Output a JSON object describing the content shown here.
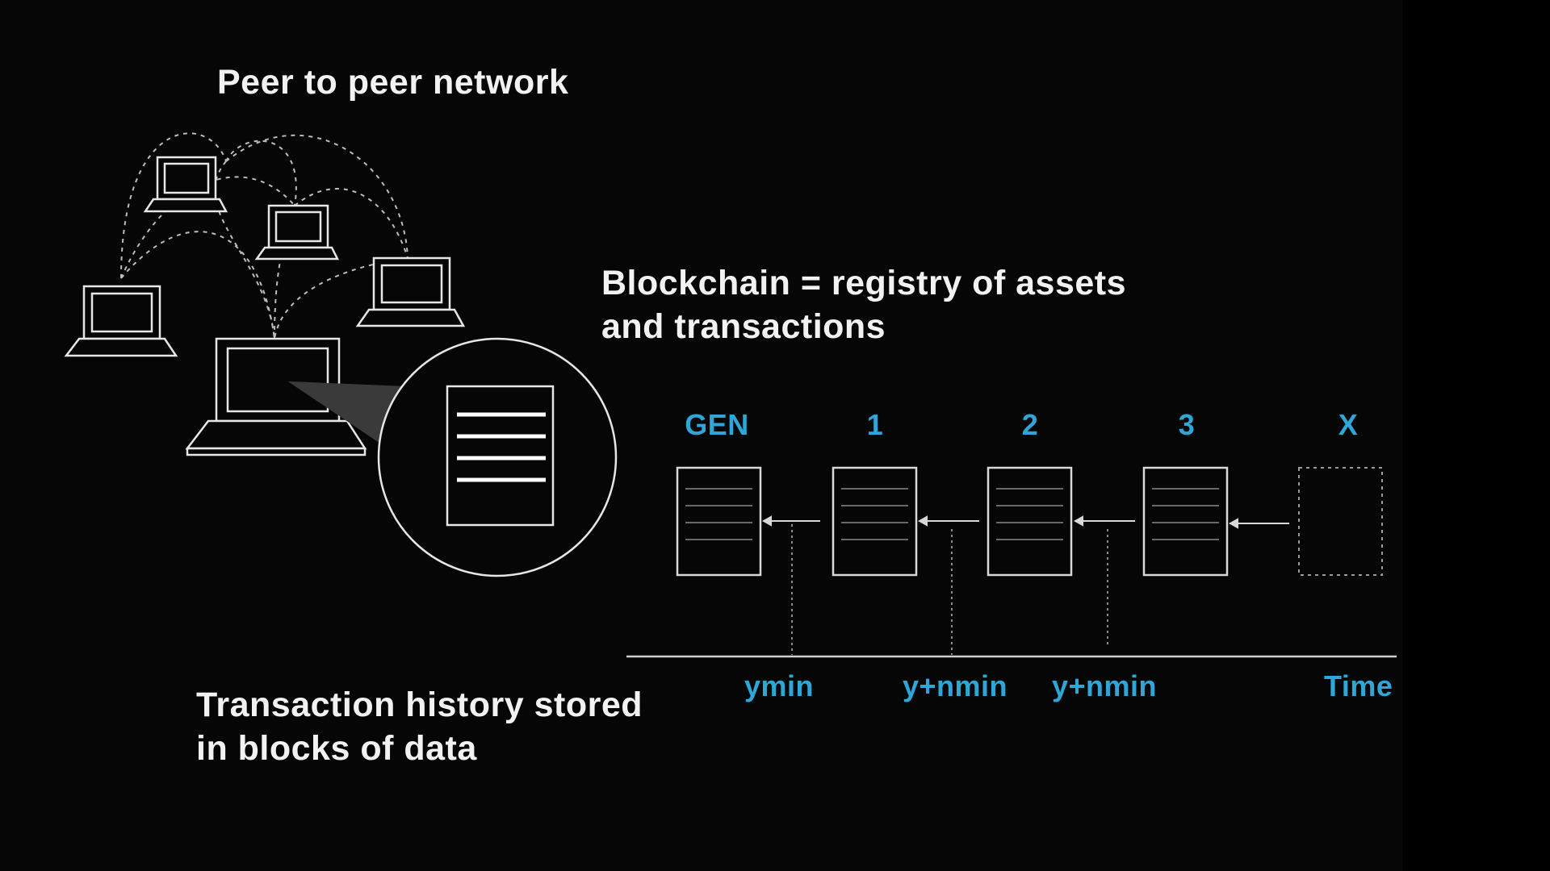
{
  "headings": {
    "network": "Peer to peer network",
    "blockchain_line1": "Blockchain = registry of assets",
    "blockchain_line2": "and transactions",
    "history_line1": "Transaction history stored",
    "history_line2": "in blocks of data"
  },
  "blocks": [
    "GEN",
    "1",
    "2",
    "3",
    "X"
  ],
  "time_labels": [
    "ymin",
    "y+nmin",
    "y+nmin",
    "Time"
  ],
  "colors": {
    "background": "#060606",
    "text": "#f2f2f2",
    "accent": "#2ea6d8",
    "line": "#cfcfcf"
  }
}
